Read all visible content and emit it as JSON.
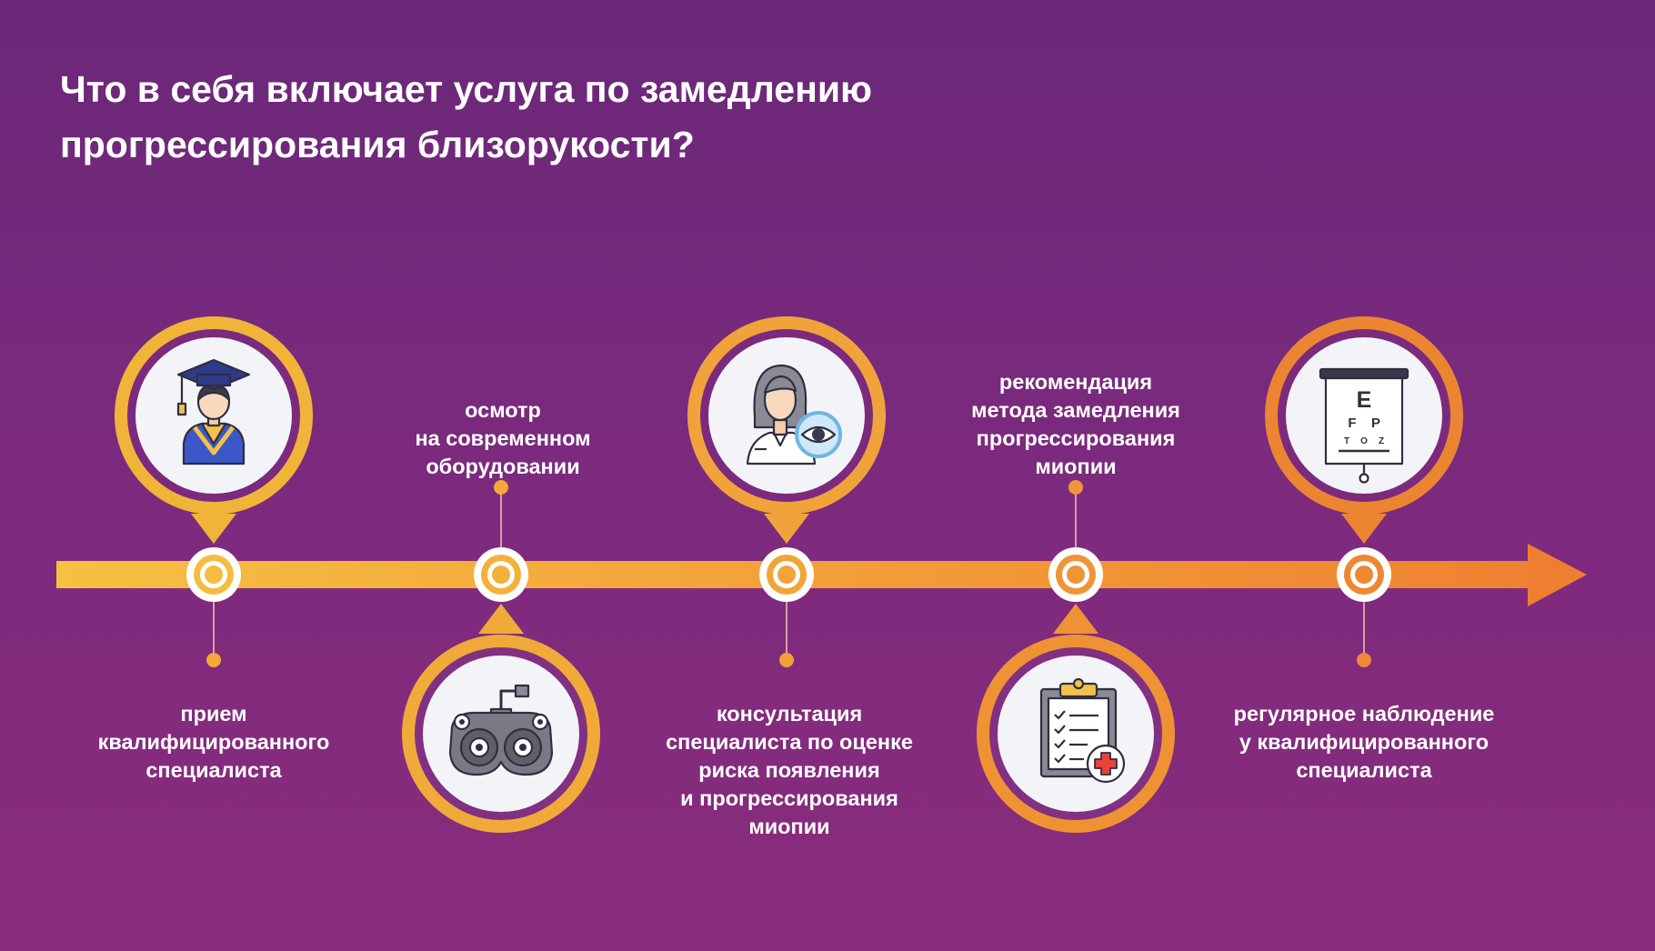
{
  "title": {
    "line1": "Что в себя включает услуга по замедлению",
    "line2": "прогрессирования близорукости?"
  },
  "colors": {
    "bg_top": "#6b2878",
    "bg_bottom": "#8a2c7c",
    "arrow_start": "#f6c042",
    "arrow_end": "#ef7f30",
    "icon_bg": "#f3f4f8",
    "text": "#ffffff"
  },
  "steps": [
    {
      "icon": "graduate-icon",
      "lines": [
        "прием",
        "квалифицированного",
        "специалиста"
      ]
    },
    {
      "icon": "phoropter-icon",
      "lines": [
        "осмотр",
        "на современном",
        "оборудовании"
      ]
    },
    {
      "icon": "doctor-eye-icon",
      "lines": [
        "консультация",
        "специалиста по оценке",
        "риска появления",
        "и прогрессирования",
        "миопии"
      ]
    },
    {
      "icon": "clipboard-medical-icon",
      "lines": [
        "рекомендация",
        "метода замедления",
        "прогрессирования",
        "миопии"
      ]
    },
    {
      "icon": "eye-chart-icon",
      "chart_letters": [
        "E",
        "F",
        "P",
        "T",
        "O",
        "Z"
      ],
      "lines": [
        "регулярное наблюдение",
        "у квалифицированного",
        "специалиста"
      ]
    }
  ]
}
